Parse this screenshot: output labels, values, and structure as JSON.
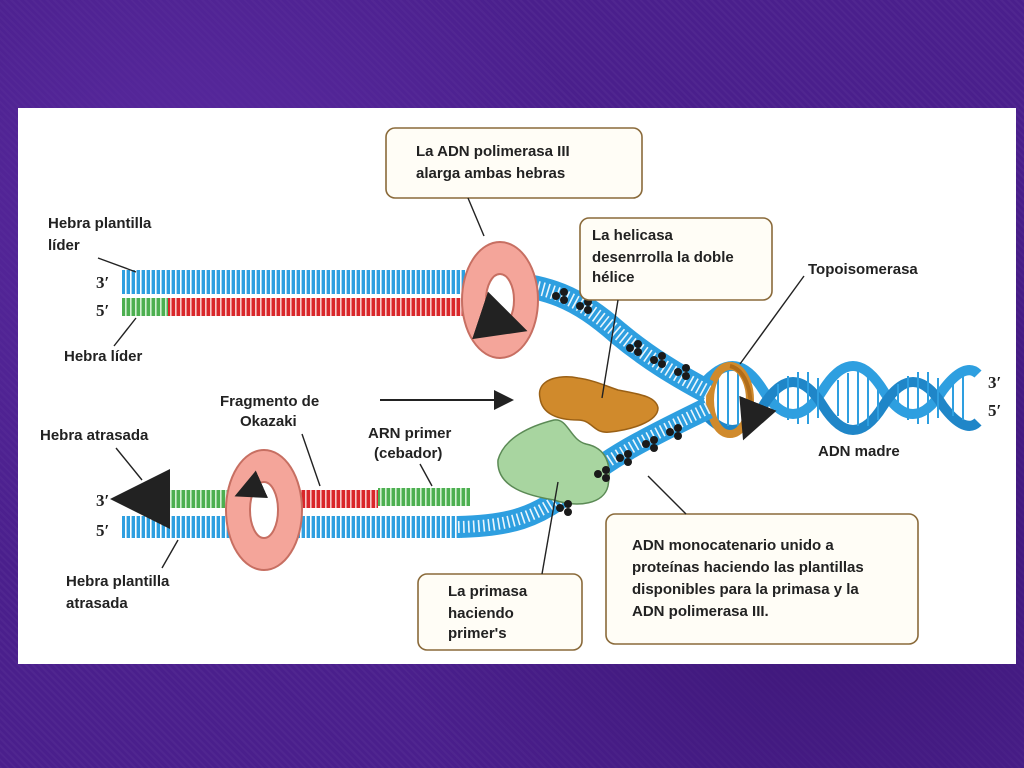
{
  "labels": {
    "pol3": [
      "La ADN polimerasa III",
      "alarga ambas hebras"
    ],
    "helicasa": [
      "La helicasa",
      "desenrrolla la doble",
      "hélice"
    ],
    "topo": "Topoisomerasa",
    "plantilla_lider": [
      "Hebra plantilla",
      "líder"
    ],
    "hebra_lider": "Hebra líder",
    "okazaki": [
      "Fragmento de",
      "Okazaki"
    ],
    "arn_primer": [
      "ARN primer",
      "(cebador)"
    ],
    "hebra_atrasada": "Hebra  atrasada",
    "plantilla_atrasada": [
      "Hebra plantilla",
      "atrasada"
    ],
    "primasa": [
      "La primasa",
      "haciendo",
      "primer's"
    ],
    "ssb": [
      "ADN monocatenario unido a",
      "proteínas haciendo las plantillas",
      "disponibles para la primasa y la",
      "ADN polimerasa III."
    ],
    "adn_madre": "ADN madre",
    "ends": {
      "top_3": "3′",
      "top_5": "5′",
      "bot_3": "3′",
      "bot_5": "5′",
      "right_3": "3′",
      "right_5": "5′"
    }
  },
  "colors": {
    "template": "#2e9fe0",
    "leading": "#d9262a",
    "primer": "#4caf50",
    "polymerase": "#f4a59a",
    "helicase": "#d08a2c",
    "primase": "#a8d5a0",
    "ssb": "#1a1a1a"
  }
}
